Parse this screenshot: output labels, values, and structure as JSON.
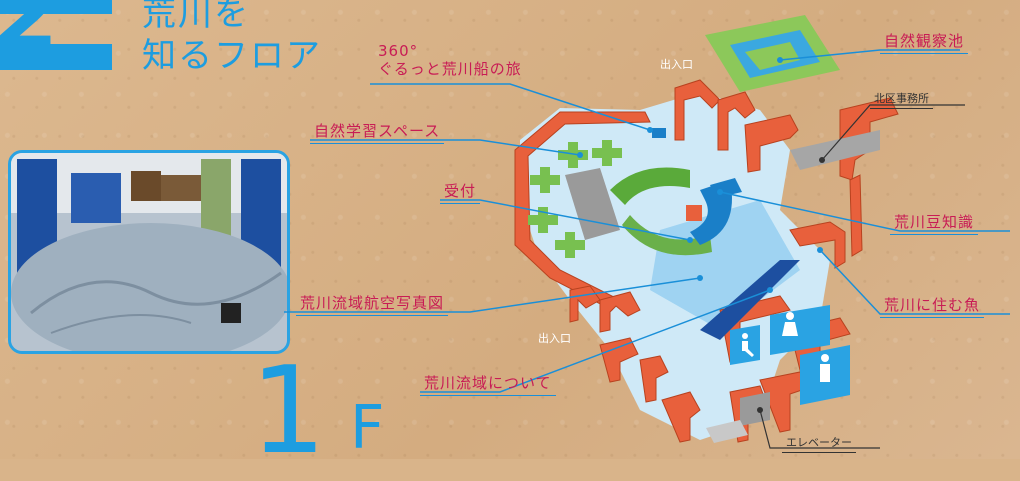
{
  "header": {
    "title_line1": "荒川を",
    "title_line2_a": "知る",
    "title_line2_b": "フロア",
    "floor_num": "1",
    "floor_suffix": "F"
  },
  "labels": {
    "loop360_l1": "360°",
    "loop360_l2": "ぐるっと荒川船の旅",
    "nature_space": "自然学習スペース",
    "reception": "受付",
    "aerial_photo": "荒川流域航空写真図",
    "about_basin": "荒川流域について",
    "entrance_top": "出入口",
    "entrance_bottom": "出入口",
    "pond": "自然観察池",
    "kita_office": "北区事務所",
    "trivia": "荒川豆知識",
    "fish": "荒川に住む魚",
    "elevator": "エレベーター"
  },
  "colors": {
    "accent": "#1d9de0",
    "label_text": "#c81c55",
    "wall": "#e8603c",
    "floor": "#cfe9f7",
    "pond_green": "#8cc85a",
    "office_gray": "#a6a6a6"
  }
}
